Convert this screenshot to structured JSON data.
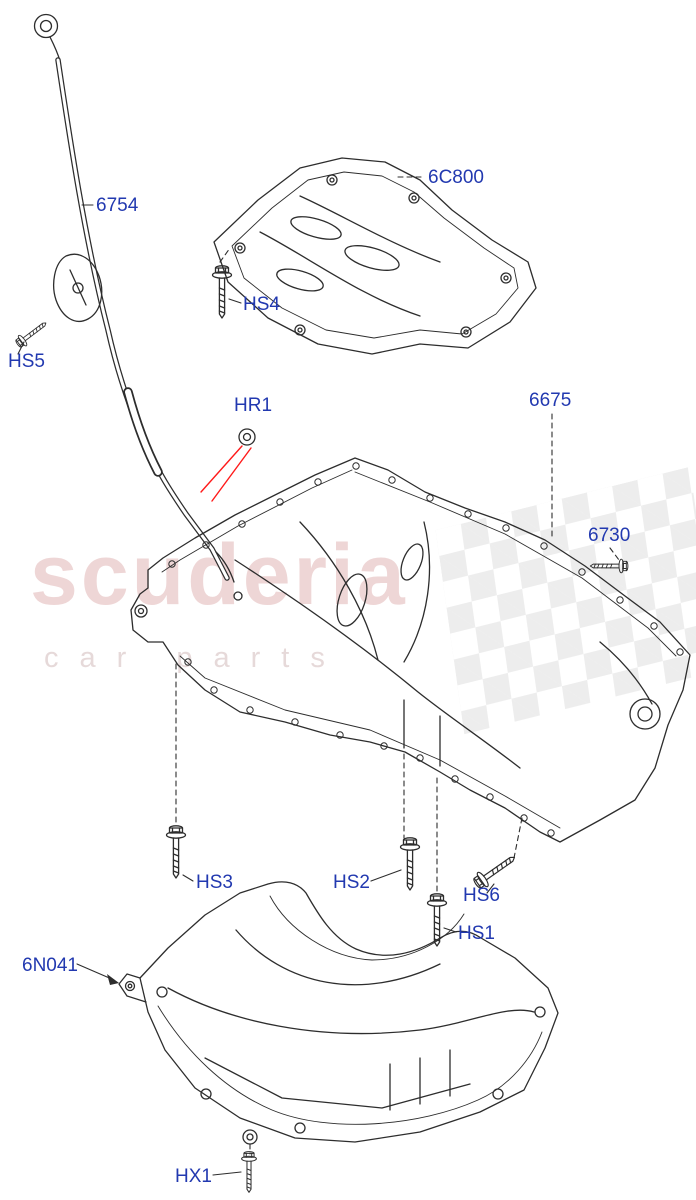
{
  "diagram": {
    "callouts": [
      {
        "code": "6754"
      },
      {
        "code": "6C800"
      },
      {
        "code": "HS4"
      },
      {
        "code": "HS5"
      },
      {
        "code": "HR1"
      },
      {
        "code": "6675"
      },
      {
        "code": "6730"
      },
      {
        "code": "HS3"
      },
      {
        "code": "HS2"
      },
      {
        "code": "HS6"
      },
      {
        "code": "HS1"
      },
      {
        "code": "6N041"
      },
      {
        "code": "HX1"
      }
    ]
  },
  "watermark": {
    "primary": "scuderia",
    "secondary": "car parts"
  },
  "colors": {
    "callout_blue": "#2239b0",
    "leader_red": "#ff1a1a",
    "line_art": "#2d2d2d",
    "watermark_pink": "#eccfcf",
    "watermark_gray": "#e5d8d8",
    "checker_gray": "#dcdcdc",
    "background": "#ffffff"
  }
}
